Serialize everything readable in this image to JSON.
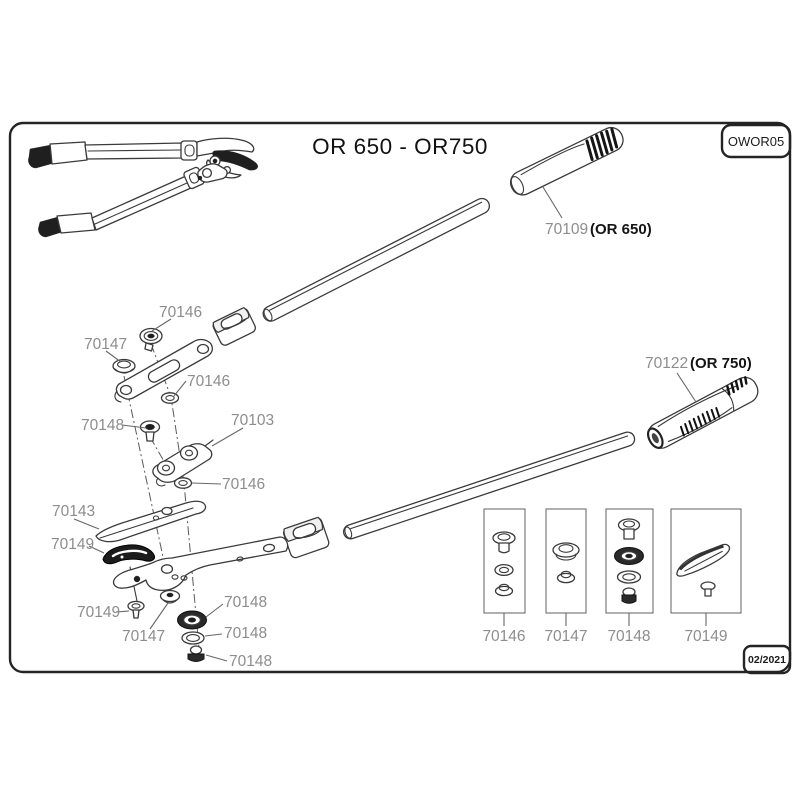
{
  "page": {
    "title": "OR 650 - OR750",
    "doc_code": "OWOR05",
    "revision_date": "02/2021"
  },
  "colors": {
    "label_gray": "#8d8d8d",
    "line_ink": "#3a3a3a",
    "frame_ink": "#242424",
    "background": "#ffffff"
  },
  "parts": {
    "p70103": "70103",
    "p70109": "70109",
    "p70122": "70122",
    "p70143": "70143",
    "p70146": "70146",
    "p70147": "70147",
    "p70148": "70148",
    "p70149": "70149",
    "model_or650": "(OR 650)",
    "model_or750": "(OR 750)"
  },
  "legend": {
    "items": [
      {
        "label": "70146"
      },
      {
        "label": "70147"
      },
      {
        "label": "70148"
      },
      {
        "label": "70149"
      }
    ]
  }
}
